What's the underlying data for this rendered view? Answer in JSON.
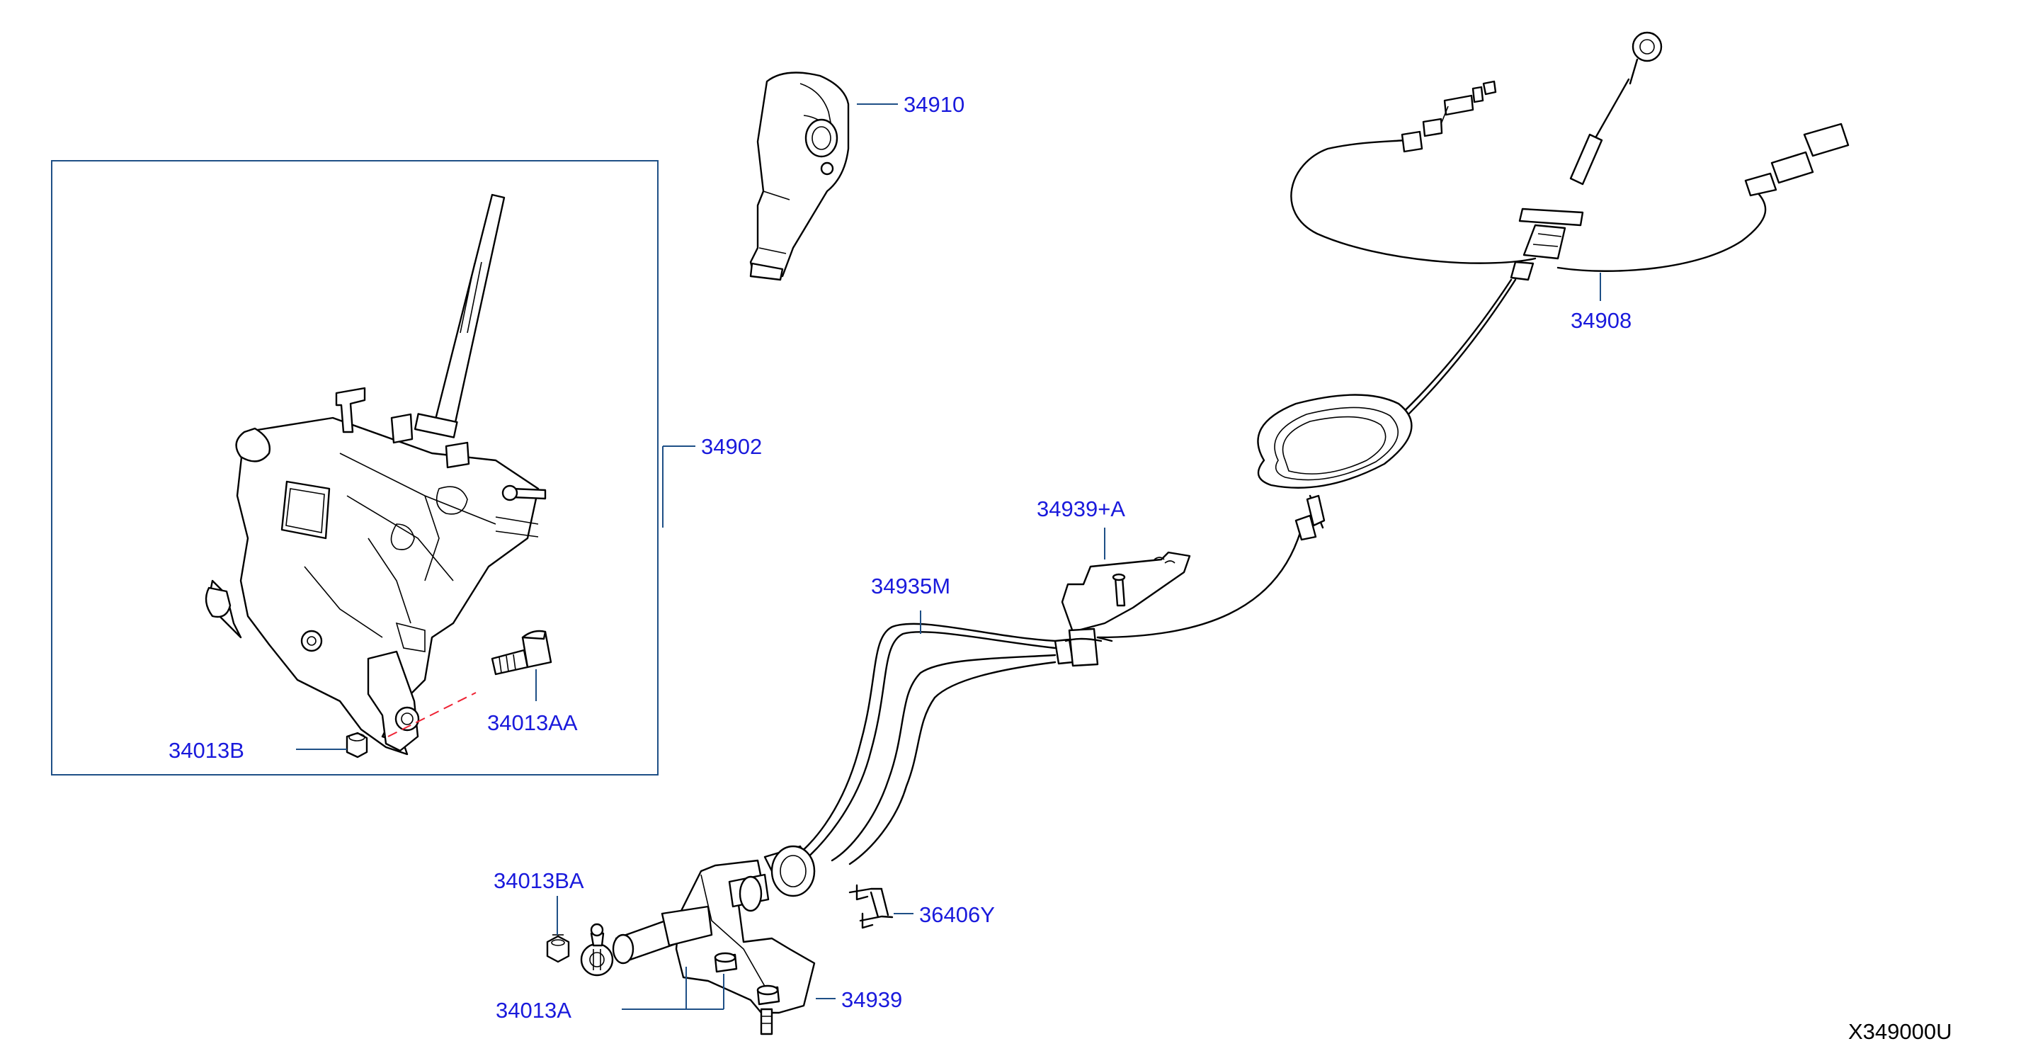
{
  "labels": {
    "p34910": "34910",
    "p34902": "34902",
    "p34908": "34908",
    "p34939a": "34939+A",
    "p34935m": "34935M",
    "p34013aa": "34013AA",
    "p34013b": "34013B",
    "p34013ba": "34013BA",
    "p36406y": "36406Y",
    "p34013a": "34013A",
    "p34939": "34939"
  },
  "diagram_ref": "X349000U",
  "colors": {
    "label": "#1a1adc",
    "leader": "#1e4f86",
    "dashed_axis": "#e23333",
    "line_art": "#000000"
  }
}
